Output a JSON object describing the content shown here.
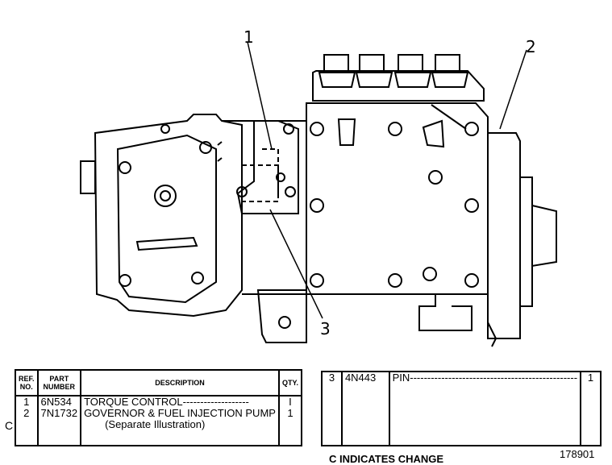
{
  "callouts": {
    "c1": "1",
    "c2": "2",
    "c3": "3"
  },
  "left_table": {
    "headers": {
      "ref": "REF. NO.",
      "part": "PART NUMBER",
      "desc": "DESCRIPTION",
      "qty": "QTY."
    },
    "rows": [
      {
        "ref": "1",
        "part": "6N534",
        "desc": "TORQUE CONTROL-------------------",
        "qty": "I"
      },
      {
        "ref": "2",
        "part": "7N1732",
        "desc": "GOVERNOR & FUEL INJECTION PUMP",
        "desc2": "(Separate Illustration)",
        "qty": "1"
      }
    ],
    "change_mark": "C"
  },
  "right_table": {
    "rows": [
      {
        "ref": "3",
        "part": "4N443",
        "desc": "PIN------------------------------------------------",
        "qty": "1"
      }
    ]
  },
  "footer": {
    "legend": "C INDICATES CHANGE",
    "drawing_number": "178901"
  }
}
